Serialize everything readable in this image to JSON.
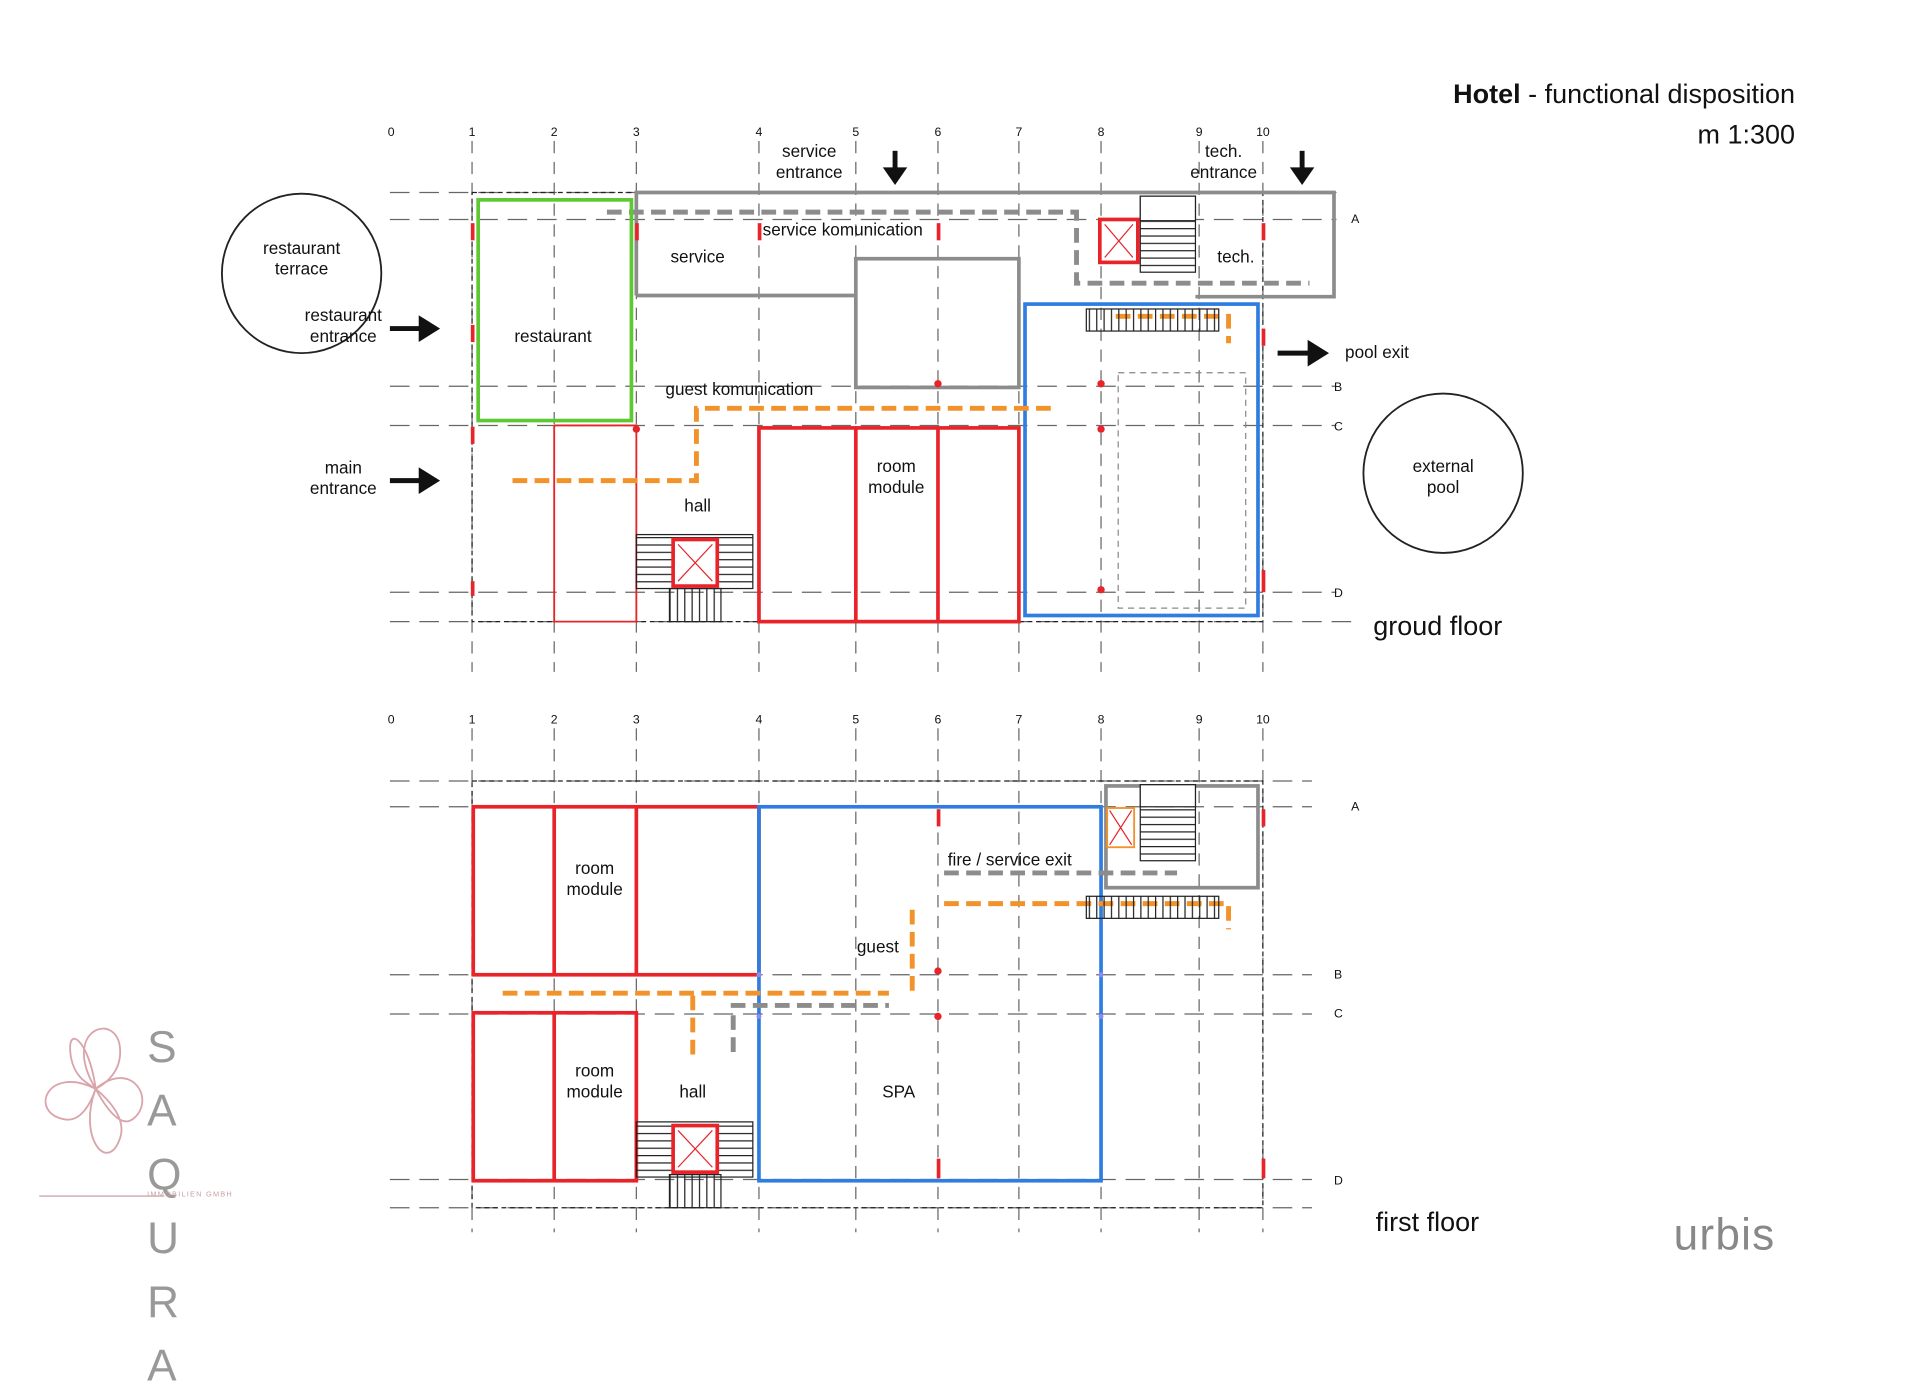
{
  "title": {
    "bold": "Hotel",
    "rest": " - functional disposition",
    "scale": "m 1:300"
  },
  "axes": {
    "columns": [
      "0",
      "1",
      "2",
      "3",
      "4",
      "5",
      "6",
      "7",
      "8",
      "9",
      "10"
    ],
    "rows": [
      "A",
      "B",
      "C",
      "D"
    ]
  },
  "ground_floor": {
    "label": "groud floor",
    "restaurant_terrace": "restaurant\nterrace",
    "restaurant_entrance": "restaurant\nentrance",
    "main_entrance": "main\nentrance",
    "service_entrance": "service\nentrance",
    "tech_entrance": "tech.\nentrance",
    "pool_exit": "pool exit",
    "external_pool": "external\npool",
    "restaurant": "restaurant",
    "service": "service",
    "service_komunication": "service komunication",
    "tech": "tech.",
    "guest_komunication": "guest komunication",
    "hall": "hall",
    "room_module": "room\nmodule"
  },
  "first_floor": {
    "label": "first floor",
    "room_module_top": "room\nmodule",
    "room_module_bottom": "room\nmodule",
    "fire_service_exit": "fire / service exit",
    "guest": "guest",
    "hall": "hall",
    "spa": "SPA"
  },
  "logo": {
    "letters_row1": "S A",
    "letters_row2": "Q U",
    "letters_row3": "R A",
    "subtitle": "IMMOBILIEN GMBH"
  },
  "watermark": "urbis",
  "colors": {
    "red": "#e8242a",
    "blue": "#2f7de1",
    "green": "#5ec832",
    "gray": "#8c8c8c",
    "orange": "#f2922a",
    "grid": "#555555"
  }
}
